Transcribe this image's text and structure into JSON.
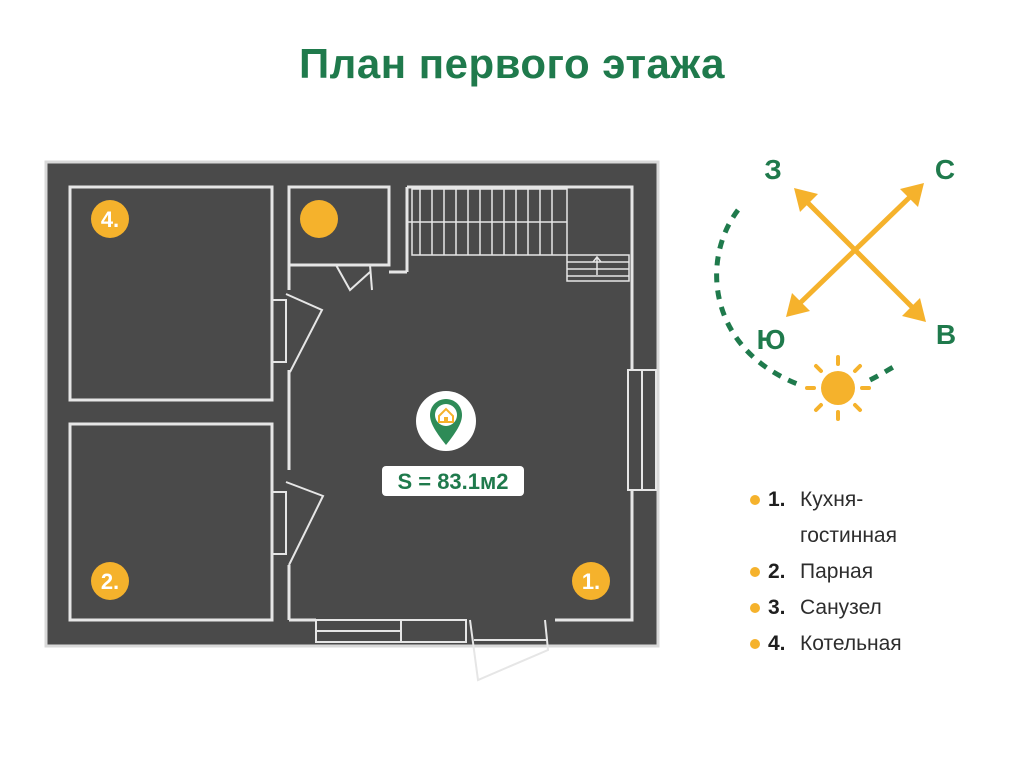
{
  "title": "План первого этажа",
  "area_label": "S = 83.1м2",
  "rooms": [
    {
      "number": "1.",
      "name_lines": [
        "Кухня-",
        "гостинная"
      ]
    },
    {
      "number": "2.",
      "name_lines": [
        "Парная"
      ]
    },
    {
      "number": "3.",
      "name_lines": [
        "Санузел"
      ]
    },
    {
      "number": "4.",
      "name_lines": [
        "Котельная"
      ]
    }
  ],
  "compass": {
    "north": "С",
    "south": "Ю",
    "west": "З",
    "east": "В"
  },
  "colors": {
    "brand_green": "#1f7a4c",
    "floor": "#4a4a4a",
    "wall_line": "#e6e6e6",
    "accent_yellow": "#f5b22c"
  },
  "icons": [
    "location-pin-house-icon",
    "sun-icon",
    "compass-arrows-icon"
  ]
}
